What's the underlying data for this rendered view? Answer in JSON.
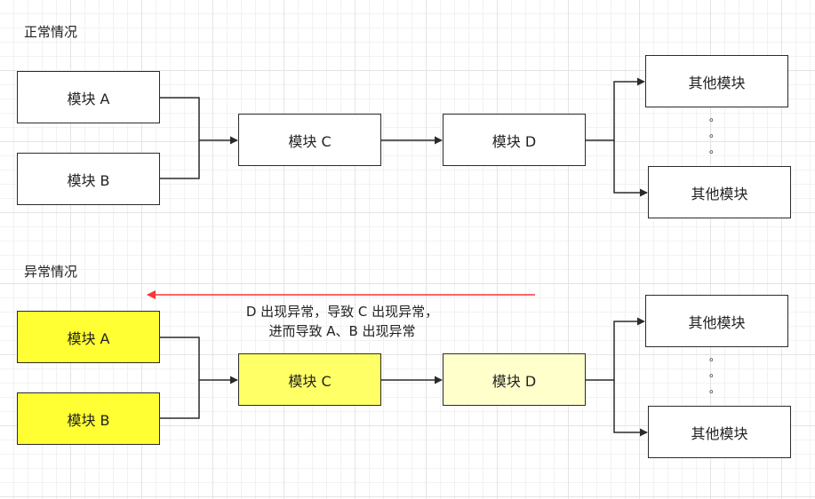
{
  "normal": {
    "title": "正常情况",
    "module_a": "模块 A",
    "module_b": "模块 B",
    "module_c": "模块 C",
    "module_d": "模块 D",
    "other_top": "其他模块",
    "other_bottom": "其他模块",
    "dots": [
      "。",
      "。",
      "。"
    ]
  },
  "abnormal": {
    "title": "异常情况",
    "module_a": "模块 A",
    "module_b": "模块 B",
    "module_c": "模块 C",
    "module_d": "模块 D",
    "other_top": "其他模块",
    "other_bottom": "其他模块",
    "dots": [
      "。",
      "。",
      "。"
    ],
    "note_line1": "D 出现异常，导致 C 出现异常，",
    "note_line2": "进而导致 A、B 出现异常"
  },
  "colors": {
    "border": "#2b2b2b",
    "failed_bright": "#ffff33",
    "failed_medium": "#ffff66",
    "failed_pale": "#ffffcc",
    "propagation_arrow": "#ff3333"
  }
}
